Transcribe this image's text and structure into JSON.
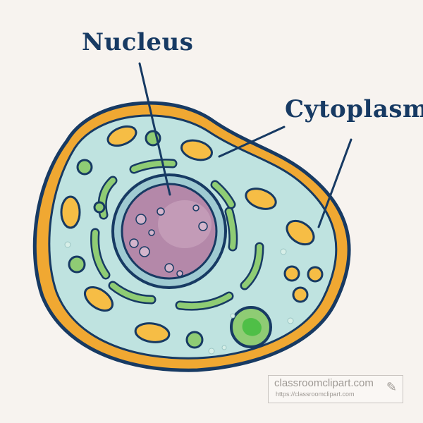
{
  "labels": {
    "nucleus": "Nucleus",
    "cytoplasm": "Cytoplasm"
  },
  "watermark": {
    "line1": "classroomclipart.com",
    "line2": "https://classroomclipart.com"
  },
  "colors": {
    "background": "#f7f3ef",
    "membrane": "#f0a832",
    "outline": "#173a63",
    "cytoplasm": "#bfe3e0",
    "nucleus": "#b488a9",
    "organelle_green": "#8fcc74",
    "organelle_orange": "#f6bd45"
  }
}
